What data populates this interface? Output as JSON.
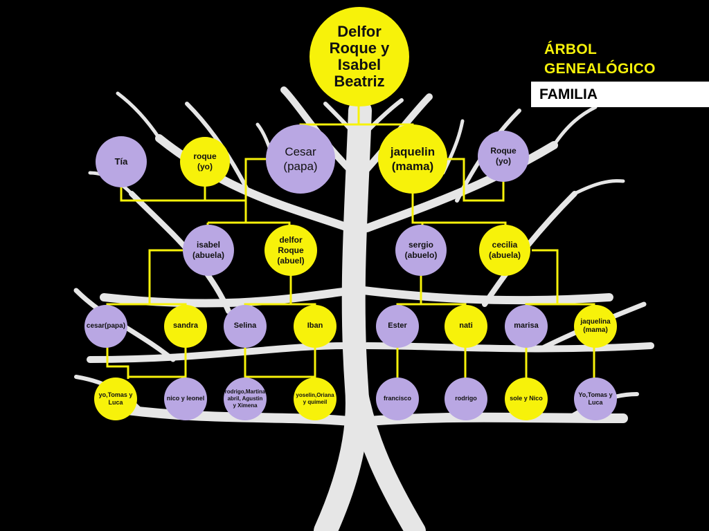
{
  "header": {
    "title_line1": "ÁRBOL",
    "title_line2": "GENEALÓGICO",
    "subtitle": "FAMILIA"
  },
  "colors": {
    "background": "#000000",
    "tree": "#e6e6e6",
    "accent_yellow": "#f7f20a",
    "accent_purple": "#b9a7e3",
    "subtitle_bg": "#ffffff"
  },
  "nodes": {
    "root": "Delfor\nRoque y\nIsabel\nBeatriz",
    "tia": "Tía",
    "roque_yo_left": "roque\n(yo)",
    "cesar_papa": "Cesar\n(papa)",
    "jaquelin_mama": "jaquelin\n(mama)",
    "roque_yo_right": "Roque\n(yo)",
    "isabel_abuela": "isabel\n(abuela)",
    "delfor_roque_abuel": "delfor Roque\n(abuel)",
    "sergio_abuelo": "sergio\n(abuelo)",
    "cecilia_abuela": "cecilia\n(abuela)",
    "cesar_papa_small": "cesar(papa)",
    "sandra": "sandra",
    "selina": "Selina",
    "iban": "Iban",
    "ester": "Ester",
    "nati": "nati",
    "marisa": "marisa",
    "jaquelina_mama": "jaquelina\n(mama)",
    "yo_tomas_luca_left": "yo,Tomas y\nLuca",
    "nico_leonel": "nico y leonel",
    "rodrigo_martina": "rodrigo,Martina\nabril, Agustin\ny Ximena",
    "yoselin_oriana": "yoselin,Oriana\ny quimeil",
    "francisco": "francisco",
    "rodrigo": "rodrigo",
    "sole_nico": "sole y Nico",
    "yo_tomas_luca_right": "Yo,Tomas y\nLuca"
  }
}
